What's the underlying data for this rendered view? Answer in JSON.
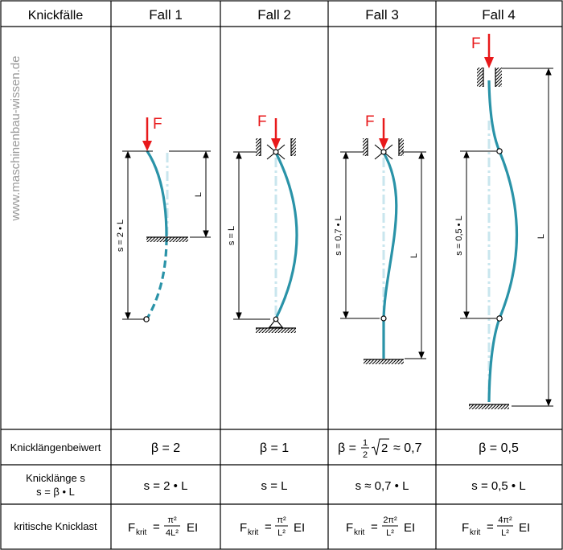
{
  "header": {
    "col0": "Knickfälle",
    "cases": [
      "Fall 1",
      "Fall 2",
      "Fall 3",
      "Fall 4"
    ]
  },
  "watermark": "www.maschinenbau-wissen.de",
  "force_label": "F",
  "diagram_labels": {
    "fall1_s": "s = 2 • L",
    "fall1_L": "L",
    "fall2_s": "s = L",
    "fall3_s": "s = 0,7 • L",
    "fall3_L": "L",
    "fall4_s": "s = 0,5 • L",
    "fall4_L": "L"
  },
  "rows": {
    "beiwert_label": "Knicklängenbeiwert",
    "laenge_label_1": "Knicklänge s",
    "laenge_label_2": "s = β • L",
    "last_label": "kritische Knicklast"
  },
  "beta": {
    "fall1": "β = 2",
    "fall2": "β = 1",
    "fall3_prefix": "β =",
    "fall3_num": "1",
    "fall3_den": "2",
    "fall3_root": "2",
    "fall3_suffix": "≈ 0,7",
    "fall4": "β = 0,5"
  },
  "knicklaenge": {
    "fall1": "s = 2 • L",
    "fall2": "s = L",
    "fall3": "s ≈ 0,7 • L",
    "fall4": "s = 0,5 • L"
  },
  "knicklast": {
    "F": "F",
    "sub": "krit",
    "eq": "=",
    "EI": "EI",
    "fall1_num": "π²",
    "fall1_den": "4L²",
    "fall2_num": "π²",
    "fall2_den": "L²",
    "fall3_num": "2π²",
    "fall3_den": "L²",
    "fall4_num": "4π²",
    "fall4_den": "L²"
  },
  "colors": {
    "column": "#2a93a8",
    "axis": "#c9e6ee",
    "force": "#e8191b",
    "grid": "#000000"
  }
}
